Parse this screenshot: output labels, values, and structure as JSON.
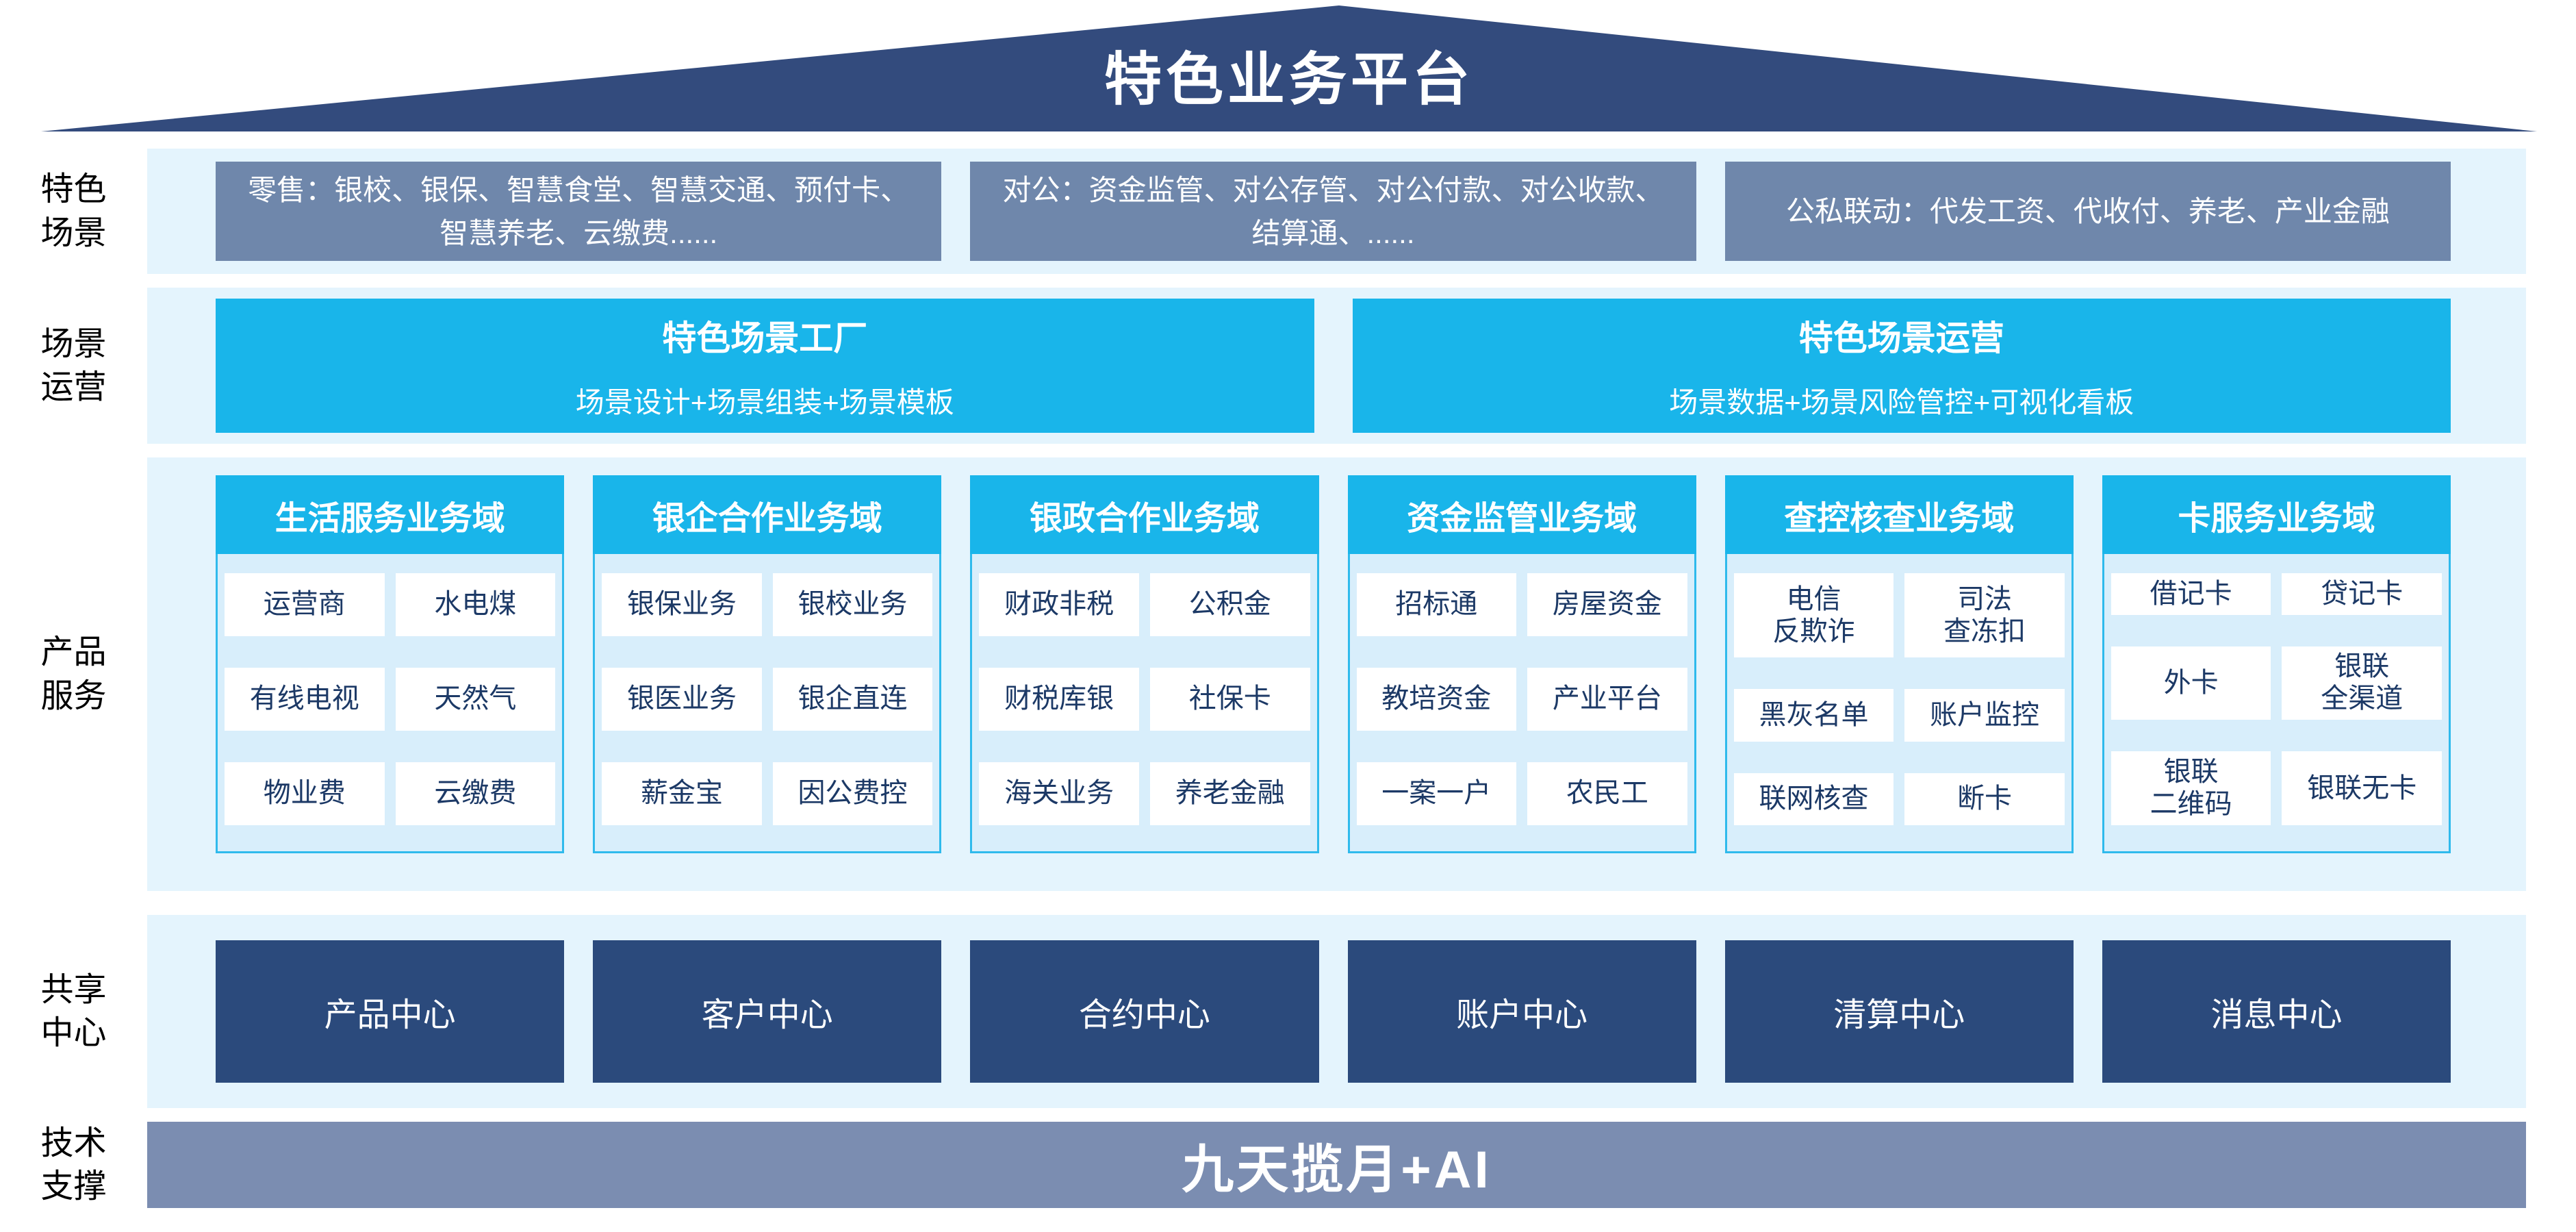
{
  "roof": {
    "title": "特色业务平台"
  },
  "side_labels": {
    "scene": "特色\n场景",
    "ops": "场景\n运营",
    "product": "产品\n服务",
    "shared": "共享\n中心",
    "tech": "技术\n支撑"
  },
  "scene_row": {
    "boxes": [
      "零售：银校、银保、智慧食堂、智慧交通、预付卡、智慧养老、云缴费......",
      "对公：资金监管、对公存管、对公付款、对公收款、结算通、......",
      "公私联动：代发工资、代收付、养老、产业金融"
    ]
  },
  "ops_row": {
    "factory": {
      "title": "特色场景工厂",
      "subtitle": "场景设计+场景组装+场景模板"
    },
    "operation": {
      "title": "特色场景运营",
      "subtitle": "场景数据+场景风险管控+可视化看板"
    }
  },
  "product_row": {
    "columns": [
      {
        "header": "生活服务业务域",
        "items": [
          "运营商",
          "水电煤",
          "有线电视",
          "天然气",
          "物业费",
          "云缴费"
        ]
      },
      {
        "header": "银企合作业务域",
        "items": [
          "银保业务",
          "银校业务",
          "银医业务",
          "银企直连",
          "薪金宝",
          "因公费控"
        ]
      },
      {
        "header": "银政合作业务域",
        "items": [
          "财政非税",
          "公积金",
          "财税库银",
          "社保卡",
          "海关业务",
          "养老金融"
        ]
      },
      {
        "header": "资金监管业务域",
        "items": [
          "招标通",
          "房屋资金",
          "教培资金",
          "产业平台",
          "一案一户",
          "农民工"
        ]
      },
      {
        "header": "查控核查业务域",
        "items": [
          "电信\n反欺诈",
          "司法\n查冻扣",
          "黑灰名单",
          "账户监控",
          "联网核查",
          "断卡"
        ]
      },
      {
        "header": "卡服务业务域",
        "items": [
          "借记卡",
          "贷记卡",
          "外卡",
          "银联\n全渠道",
          "银联\n二维码",
          "银联无卡"
        ]
      }
    ]
  },
  "shared_row": {
    "centers": [
      "产品中心",
      "客户中心",
      "合约中心",
      "账户中心",
      "清算中心",
      "消息中心"
    ]
  },
  "tech_row": {
    "label": "九天揽月+AI"
  },
  "colors": {
    "roof_navy": "#334B7D",
    "band_blue": "#E4F4FD",
    "scene_gray_blue": "#6F87AB",
    "cyan": "#19B5EA",
    "column_body": "#D8EEFB",
    "column_border": "#2FBAEC",
    "cell_text_navy": "#1C3966",
    "center_navy": "#2B4A7C",
    "tech_bar": "#7B8DB1"
  }
}
